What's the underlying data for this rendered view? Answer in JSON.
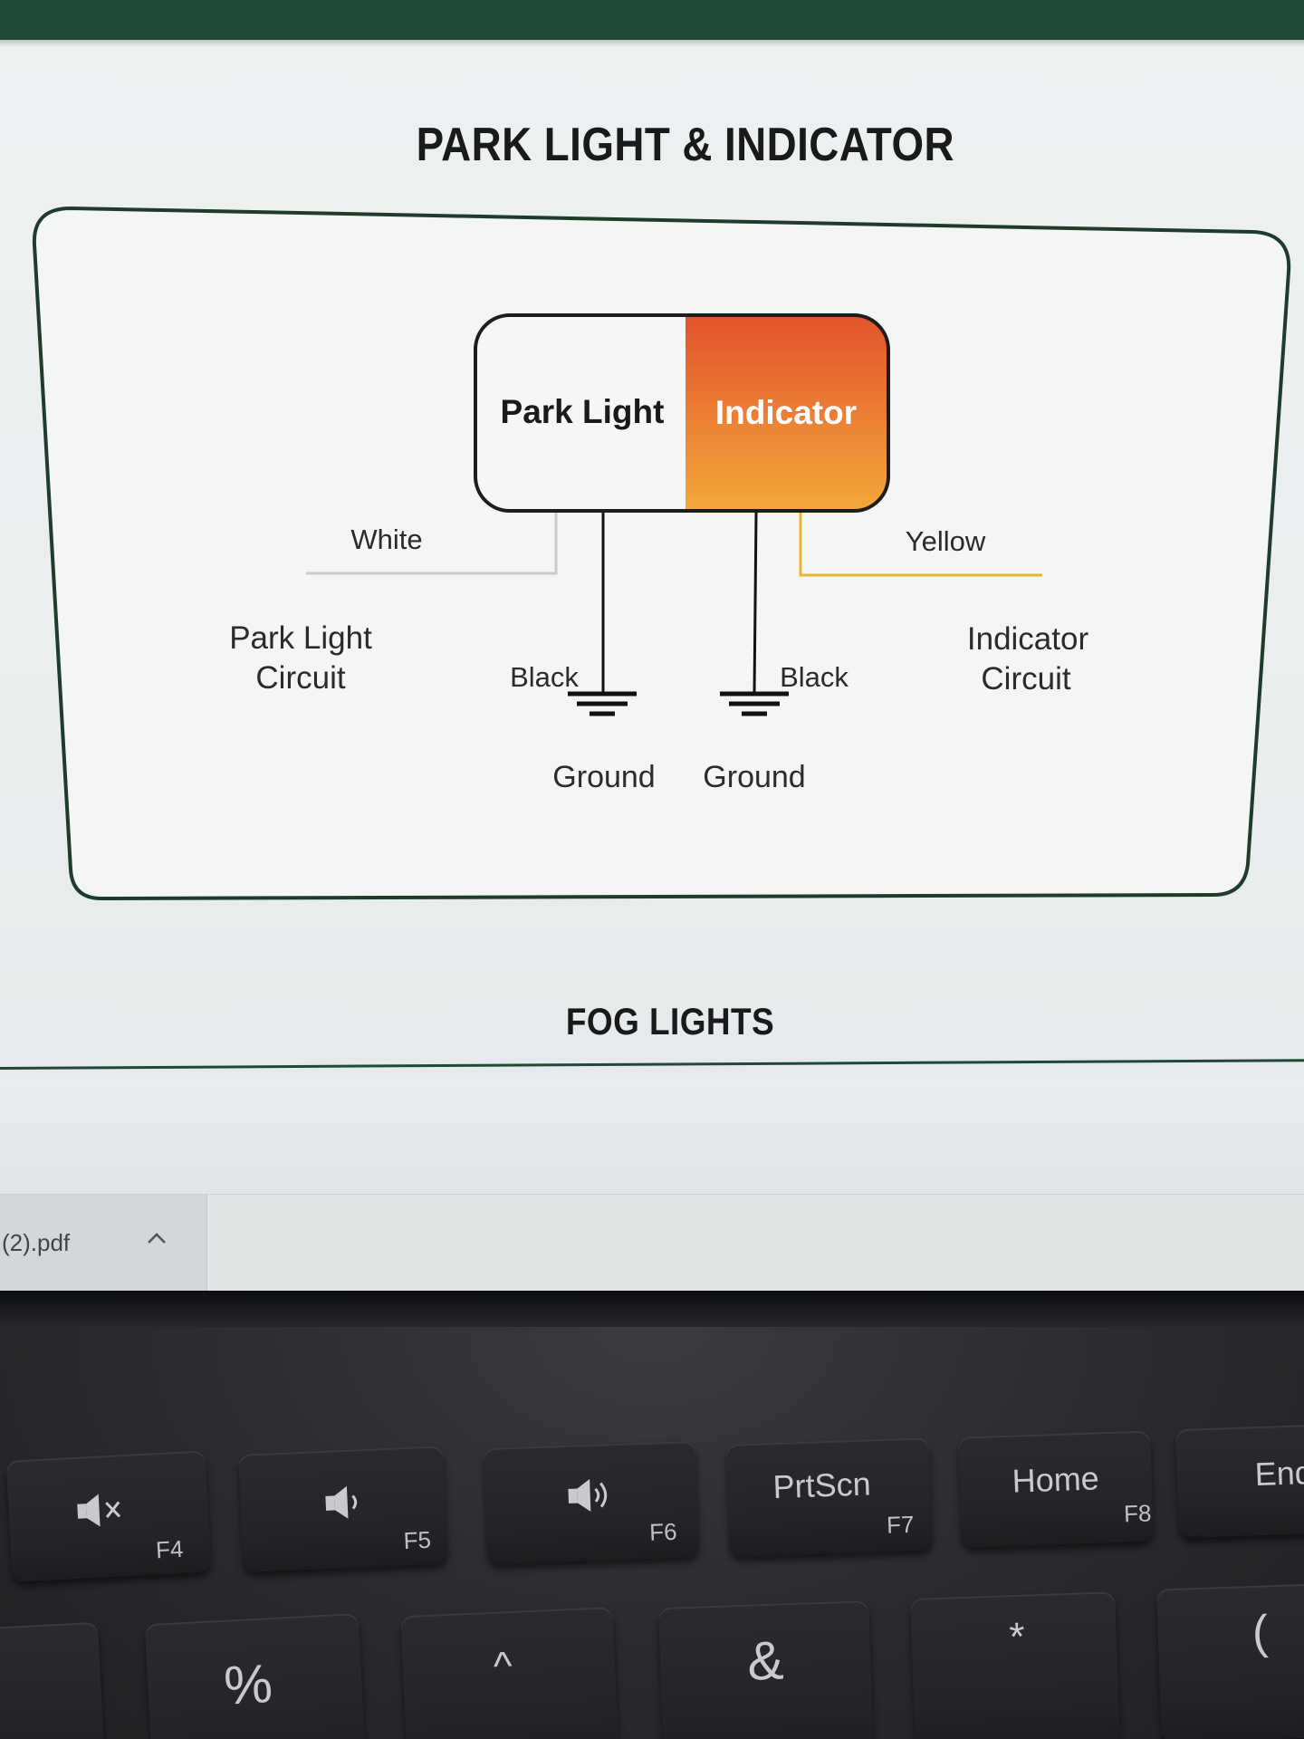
{
  "document": {
    "section_title": "PARK LIGHT & INDICATOR",
    "next_section_title": "FOG LIGHTS"
  },
  "diagram": {
    "lamp_left_label": "Park Light",
    "lamp_right_label": "Indicator",
    "wire_white_label": "White",
    "wire_yellow_label": "Yellow",
    "wire_black_left_label": "Black",
    "wire_black_right_label": "Black",
    "ground_left_label": "Ground",
    "ground_right_label": "Ground",
    "park_circuit_line1": "Park Light",
    "park_circuit_line2": "Circuit",
    "indicator_circuit_line1": "Indicator",
    "indicator_circuit_line2": "Circuit",
    "colors": {
      "frame": "#1f3b2c",
      "indicator_top": "#e2532e",
      "indicator_bottom": "#f3a83a",
      "white_wire": "#c9cbcc",
      "yellow_wire": "#e8b530",
      "black_wire": "#111111"
    }
  },
  "download_bar": {
    "filename": "(2).pdf",
    "chevron_icon": "chevron-up-icon"
  },
  "keyboard": {
    "row_function": [
      {
        "icon": "mute-icon",
        "fn": "F4"
      },
      {
        "icon": "volume-down-icon",
        "fn": "F5"
      },
      {
        "icon": "volume-up-icon",
        "fn": "F6"
      },
      {
        "label": "PrtScn",
        "fn": "F7"
      },
      {
        "label": "Home",
        "fn": "F8"
      },
      {
        "label": "End"
      }
    ],
    "row_number": [
      {
        "symbol": "%"
      },
      {
        "symbol": "^"
      },
      {
        "symbol": "&"
      },
      {
        "symbol": "*"
      },
      {
        "symbol": "("
      }
    ]
  }
}
